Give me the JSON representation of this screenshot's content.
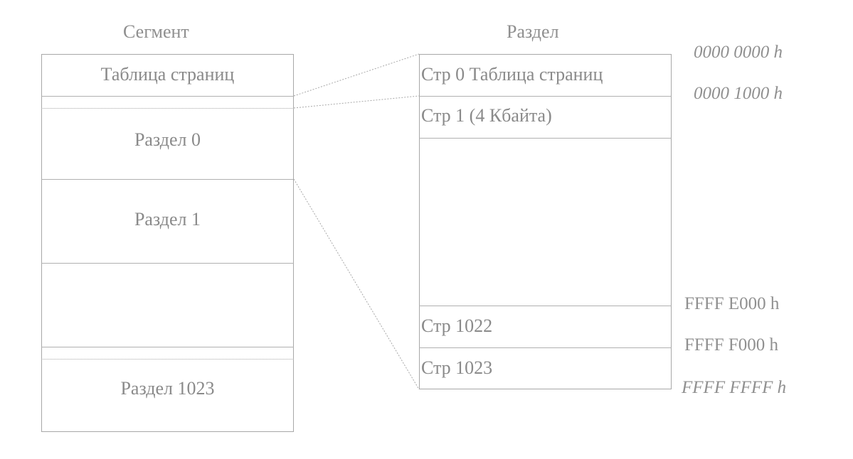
{
  "segment": {
    "heading": "Сегмент",
    "rows": {
      "page_table": "Таблица страниц",
      "section_0": "Раздел 0",
      "section_1": "Раздел 1",
      "section_1023": "Раздел 1023"
    }
  },
  "section": {
    "heading": "Раздел",
    "rows": {
      "page_0": "Стр 0 Таблица страниц",
      "page_1": "Стр 1 (4 Кбайта)",
      "page_1022": "Стр 1022",
      "page_1023": "Стр 1023"
    }
  },
  "addresses": {
    "a0": "0000 0000 h",
    "a1": "0000 1000 h",
    "a2": "FFFF E000 h",
    "a3": "FFFF F000 h",
    "a4": "FFFF FFFF h"
  },
  "colors": {
    "text": "#8a8a8a",
    "border": "#a8a8a8",
    "background": "#ffffff"
  }
}
